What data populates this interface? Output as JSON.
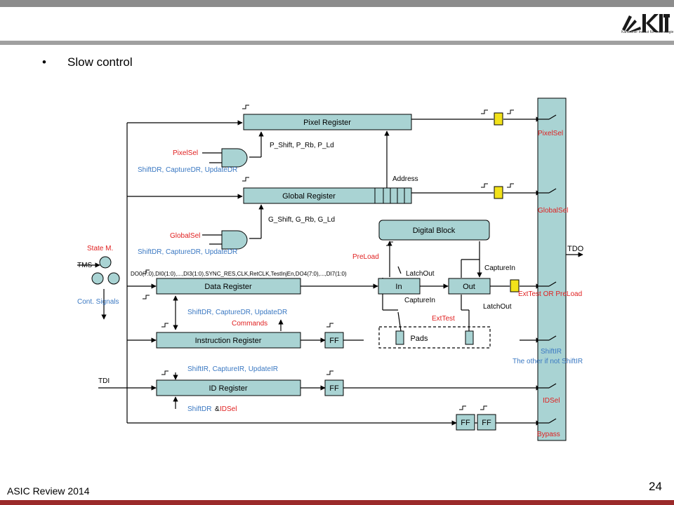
{
  "slide": {
    "bullet": "•",
    "title": "Slow control",
    "footer": "ASIC Review 2014",
    "page_number": "24",
    "logo_text": "KIT",
    "logo_subtitle": "Karlsruher Institut für Technologie"
  },
  "colors": {
    "block_fill": "#a9d3d3",
    "red": "#e02020",
    "blue": "#3a78c2",
    "yellow": "#f2e21a"
  },
  "diagram": {
    "blocks": {
      "pixel_register": "Pixel Register",
      "global_register": "Global Register",
      "digital_block": "Digital Block",
      "data_register": "Data Register",
      "in": "In",
      "out": "Out",
      "instruction_register": "Instruction Register",
      "id_register": "ID Register",
      "ff": "FF",
      "pads": "Pads"
    },
    "labels": {
      "pixelsel_in": "PixelSel",
      "shift_pixel": "ShiftDR, CaptureDR, UpdateDR",
      "pixel_bus": "P_Shift, P_Rb, P_Ld",
      "address": "Address",
      "globalsel_in": "GlobalSel",
      "shift_global": "ShiftDR, CaptureDR, UpdateDR",
      "global_bus": "G_Shift, G_Rb, G_Ld",
      "state_m": "State M.",
      "tms": "TMS",
      "cont_signals": "Cont. Signals",
      "do_bus": "DO0(7:0),DI0(1:0),...,DI3(1:0),SYNC_RES,CLK,RetCLK,TestInjEn,DO4(7:0),...,DI7(1:0)",
      "preload": "PreLoad",
      "latchout_top": "LatchOut",
      "capturein_top": "CaptureIn",
      "capturein_bottom": "CaptureIn",
      "latchout_bottom": "LatchOut",
      "exttest": "ExtTest",
      "shift_data": "ShiftDR, CaptureDR, UpdateDR",
      "commands": "Commands",
      "shift_ir": "ShiftIR, CaptureIR, UpdateIR",
      "tdi": "TDI",
      "shiftdr": "ShiftDR",
      "amp": "&",
      "idsel_in": "IDSel",
      "tdo": "TDO"
    },
    "mux": {
      "pixelsel": "PixelSel",
      "globalsel": "GlobalSel",
      "exttest_or_preload": "ExtTest OR PreLoad",
      "shiftir": "ShiftIR",
      "other": "The other if not ShiftIR",
      "idsel": "IDSel",
      "bypass": "Bypass"
    }
  }
}
